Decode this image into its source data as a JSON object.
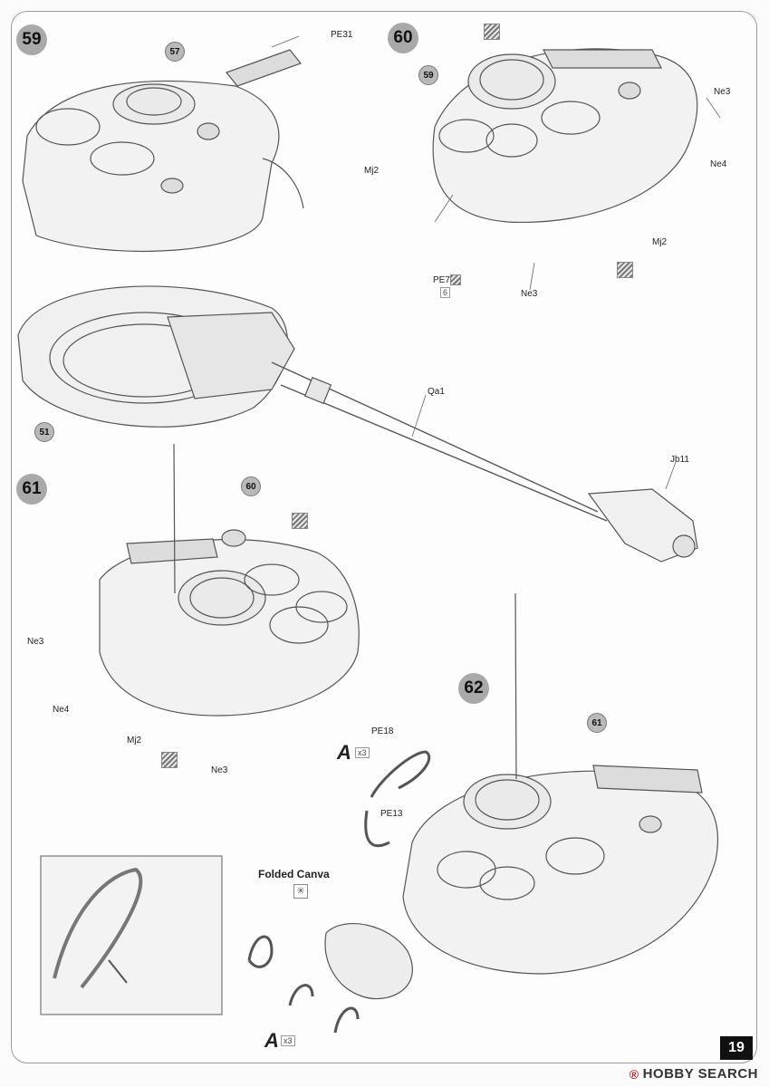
{
  "steps": {
    "s59": "59",
    "s60": "60",
    "s61": "61",
    "s62": "62"
  },
  "refs": {
    "r57": "57",
    "r51": "51",
    "r59": "59",
    "r60": "60",
    "r61": "61"
  },
  "labels": {
    "pe31": "PE31",
    "qa1": "Qa1",
    "jb11": "Jb11",
    "ne3_a": "Ne3",
    "ne4_a": "Ne4",
    "mj2_a": "Mj2",
    "mj2_b": "Mj2",
    "pe7": "PE7",
    "pe7_mult": "6",
    "ne3_b": "Ne3",
    "ne3_c": "Ne3",
    "ne4_b": "Ne4",
    "mj2_c": "Mj2",
    "ne3_d": "Ne3",
    "pe18": "PE18",
    "pe13": "PE13"
  },
  "groups": {
    "a_top": "A",
    "a_top_mult": "x3",
    "a_bottom": "A",
    "a_bottom_mult": "x3"
  },
  "folded_canva": "Folded Canva",
  "page_number": "19",
  "watermark": {
    "symbol": "®",
    "text": "HOBBY SEARCH"
  },
  "icons": [
    "photo-etch-icon",
    "hatch-paint-icon",
    "scissors-cross-icon"
  ]
}
